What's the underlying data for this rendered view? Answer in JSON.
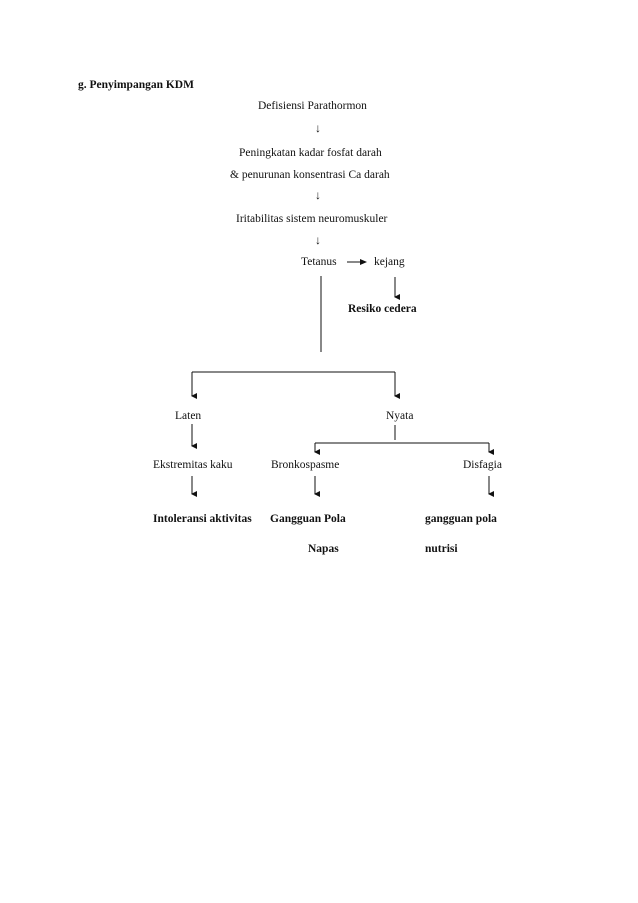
{
  "heading": "g. Penyimpangan  KDM",
  "nodes": {
    "defisiensi": "Defisiensi  Parathormon",
    "peningkatan": "Peningkatan  kadar fosfat  darah",
    "penurunan": "& penurunan  konsentrasi  Ca darah",
    "iritabilitas": "Iritabilitas  sistem  neuromuskuler",
    "tetanus": "Tetanus",
    "kejang": "kejang",
    "resiko": "Resiko cedera",
    "laten": "Laten",
    "nyata": "Nyata",
    "ekstremitas": "Ekstremitas  kaku",
    "bronkospasme": "Bronkospasme",
    "disfagia": "Disfagia",
    "intoleransi": "Intoleransi  aktivitas",
    "gangguan_pola_napas_1": "Gangguan  Pola",
    "gangguan_pola_napas_2": "Napas",
    "gangguan_pola_nutrisi_1": "gangguan  pola",
    "gangguan_pola_nutrisi_2": "nutrisi"
  },
  "arrow_glyph": "↓"
}
